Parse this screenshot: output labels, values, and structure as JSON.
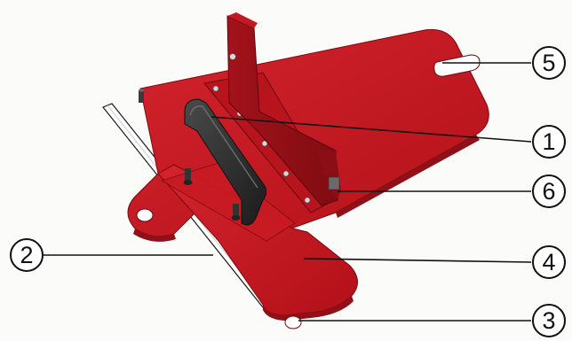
{
  "colors": {
    "background": "#fbfbfa",
    "plate_red": "#c0161f",
    "plate_red_light": "#d3242d",
    "plate_red_dark": "#8f1016",
    "handle": "#2a2a2a",
    "callout_line": "#111111"
  },
  "callouts": [
    {
      "id": "1",
      "label": "1"
    },
    {
      "id": "2",
      "label": "2"
    },
    {
      "id": "3",
      "label": "3"
    },
    {
      "id": "4",
      "label": "4"
    },
    {
      "id": "5",
      "label": "5"
    },
    {
      "id": "6",
      "label": "6"
    }
  ]
}
